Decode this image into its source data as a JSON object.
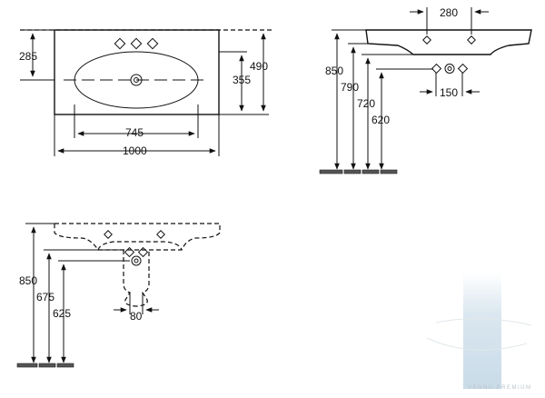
{
  "diagram": {
    "top_view": {
      "dims": {
        "d285": "285",
        "d490": "490",
        "d355": "355",
        "d745": "745",
        "d1000": "1000"
      }
    },
    "side_view": {
      "dims": {
        "d280": "280",
        "d850": "850",
        "d790": "790",
        "d720": "720",
        "d620": "620",
        "d150": "150"
      }
    },
    "front_view": {
      "dims": {
        "d850": "850",
        "d675": "675",
        "d625": "625",
        "d80": "80"
      }
    }
  },
  "watermark": {
    "text": "VENNU PREMIUM",
    "color": "#dbe7f0"
  }
}
